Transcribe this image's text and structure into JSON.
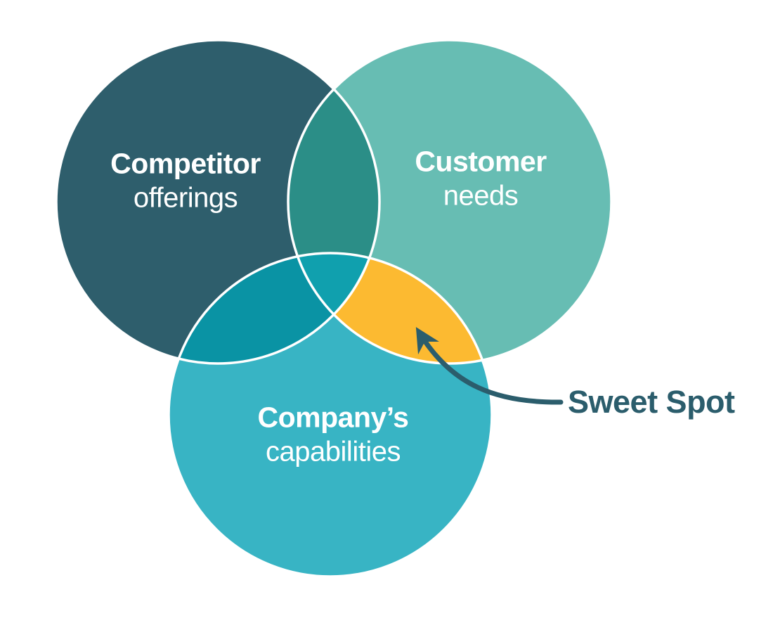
{
  "diagram": {
    "background": "#ffffff",
    "divider_stroke": "#ffffff",
    "circles": [
      {
        "id": "competitor",
        "label_bold": "Competitor",
        "label_regular": "offerings",
        "color": "#2e5e6c"
      },
      {
        "id": "customer",
        "label_bold": "Customer",
        "label_regular": "needs",
        "color": "#67bdb3"
      },
      {
        "id": "company",
        "label_bold": "Company’s",
        "label_regular": "capabilities",
        "color": "#38b4c4"
      }
    ],
    "overlaps": {
      "competitor_customer": "#2b8e87",
      "competitor_company": "#0a93a4",
      "customer_company_sweet_spot": "#fcba31",
      "all_three": "#10a0ae"
    },
    "annotation": {
      "label": "Sweet Spot",
      "color": "#2b5d6c"
    }
  }
}
